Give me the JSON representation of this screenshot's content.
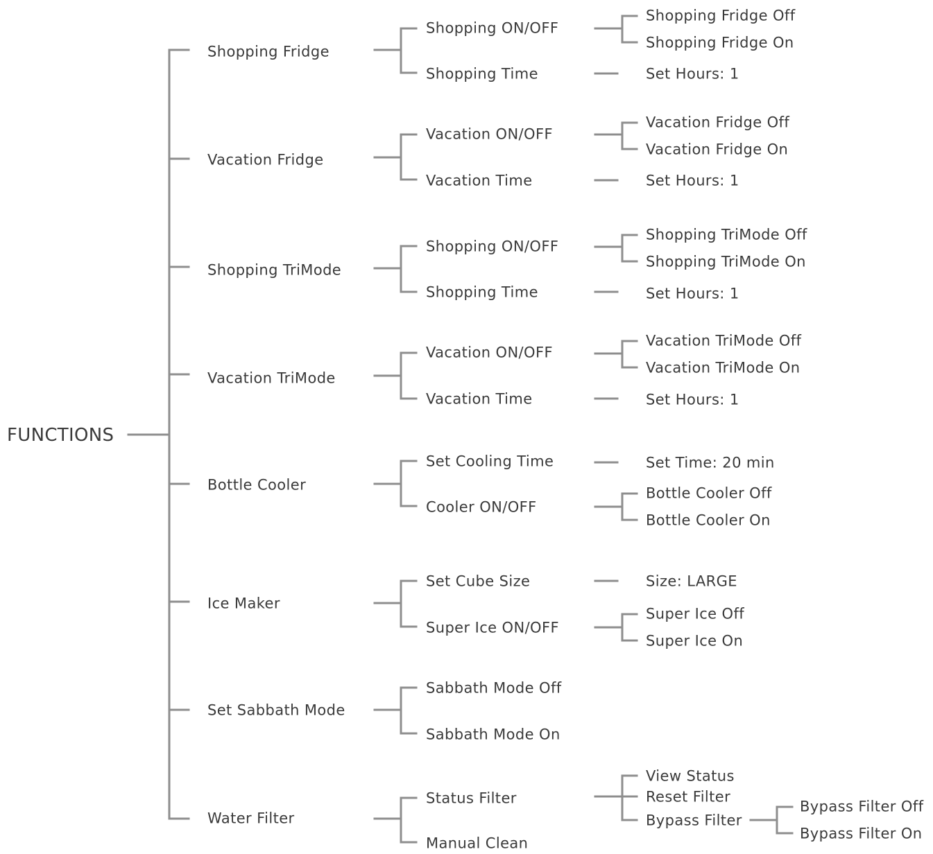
{
  "root": "FUNCTIONS",
  "line_color": "#8e8e8e",
  "text_color": "#3a3a3a",
  "tree": [
    {
      "label": "Shopping Fridge",
      "children": [
        {
          "label": "Shopping ON/OFF",
          "children": [
            {
              "label": "Shopping Fridge Off"
            },
            {
              "label": "Shopping Fridge On"
            }
          ]
        },
        {
          "label": "Shopping Time",
          "children": [
            {
              "label": "Set Hours: 1"
            }
          ]
        }
      ]
    },
    {
      "label": "Vacation Fridge",
      "children": [
        {
          "label": "Vacation ON/OFF",
          "children": [
            {
              "label": "Vacation Fridge Off"
            },
            {
              "label": "Vacation Fridge On"
            }
          ]
        },
        {
          "label": "Vacation Time",
          "children": [
            {
              "label": "Set Hours: 1"
            }
          ]
        }
      ]
    },
    {
      "label": "Shopping TriMode",
      "children": [
        {
          "label": "Shopping ON/OFF",
          "children": [
            {
              "label": "Shopping TriMode Off"
            },
            {
              "label": "Shopping TriMode On"
            }
          ]
        },
        {
          "label": "Shopping Time",
          "children": [
            {
              "label": "Set Hours: 1"
            }
          ]
        }
      ]
    },
    {
      "label": "Vacation TriMode",
      "children": [
        {
          "label": "Vacation ON/OFF",
          "children": [
            {
              "label": "Vacation TriMode Off"
            },
            {
              "label": "Vacation TriMode On"
            }
          ]
        },
        {
          "label": "Vacation Time",
          "children": [
            {
              "label": "Set Hours: 1"
            }
          ]
        }
      ]
    },
    {
      "label": "Bottle Cooler",
      "children": [
        {
          "label": "Set Cooling Time",
          "children": [
            {
              "label": "Set Time: 20 min"
            }
          ]
        },
        {
          "label": "Cooler ON/OFF",
          "children": [
            {
              "label": "Bottle Cooler Off"
            },
            {
              "label": "Bottle Cooler On"
            }
          ]
        }
      ]
    },
    {
      "label": "Ice Maker",
      "children": [
        {
          "label": "Set Cube Size",
          "children": [
            {
              "label": "Size: LARGE"
            }
          ]
        },
        {
          "label": "Super Ice ON/OFF",
          "children": [
            {
              "label": "Super Ice Off"
            },
            {
              "label": "Super Ice On"
            }
          ]
        }
      ]
    },
    {
      "label": "Set Sabbath Mode",
      "children": [
        {
          "label": "Sabbath Mode Off"
        },
        {
          "label": "Sabbath Mode On"
        }
      ]
    },
    {
      "label": "Water Filter",
      "children": [
        {
          "label": "Status Filter",
          "children": [
            {
              "label": "View Status"
            },
            {
              "label": "Reset Filter"
            },
            {
              "label": "Bypass Filter",
              "children": [
                {
                  "label": "Bypass Filter Off"
                },
                {
                  "label": "Bypass Filter On"
                }
              ]
            }
          ]
        },
        {
          "label": "Manual Clean"
        }
      ]
    }
  ]
}
